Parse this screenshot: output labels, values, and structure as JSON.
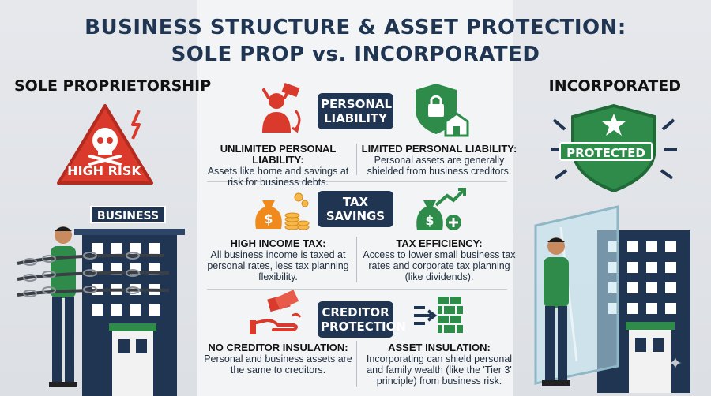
{
  "title": {
    "line1": "BUSINESS STRUCTURE & ASSET PROTECTION:",
    "line2": "SOLE PROP vs. INCORPORATED"
  },
  "left": {
    "heading": "SOLE PROPRIETORSHIP",
    "risk_badge": "HIGH RISK",
    "building_sign": "BUSINESS"
  },
  "right": {
    "heading": "INCORPORATED",
    "shield_banner": "PROTECTED"
  },
  "rows": [
    {
      "label_line1": "PERSONAL",
      "label_line2": "LIABILITY",
      "left_head": "UNLIMITED PERSONAL LIABILITY:",
      "left_body": "Assets like home and savings at risk for business debts.",
      "right_head": "LIMITED PERSONAL LIABILITY:",
      "right_body": "Personal assets are generally shielded from business creditors."
    },
    {
      "label_line1": "TAX",
      "label_line2": "SAVINGS",
      "left_head": "HIGH INCOME TAX:",
      "left_body": "All business income is taxed at personal rates, less tax planning flexibility.",
      "right_head": "TAX EFFICIENCY:",
      "right_body": "Access to lower small business tax rates and corporate tax planning (like dividends)."
    },
    {
      "label_line1": "CREDITOR",
      "label_line2": "PROTECTION",
      "left_head": "NO CREDITOR INSULATION:",
      "left_body": "Personal and business assets are the same to creditors.",
      "right_head": "ASSET INSULATION:",
      "right_body": "Incorporating can shield personal and family wealth (like the 'Tier 3' principle) from business risk."
    }
  ],
  "icons": {
    "left_main": "skull-warning-icon",
    "right_main": "shield-star-icon",
    "row1_left": "stressed-person-money-icon",
    "row1_right": "shield-lock-house-icon",
    "row2_left": "money-bags-coins-icon",
    "row2_right": "money-bag-growth-icon",
    "row3_left": "hand-money-icon",
    "row3_right": "firewall-arrow-icon"
  },
  "colors": {
    "navy": "#1f3552",
    "risk_red": "#d93a2b",
    "protect_green": "#2e8b4a",
    "money_orange": "#f08a1c"
  }
}
